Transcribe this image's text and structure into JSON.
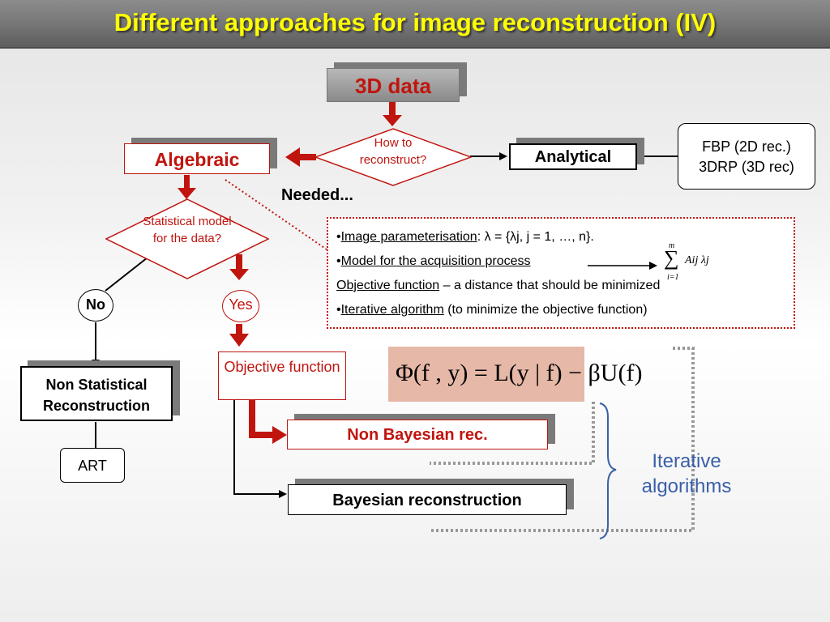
{
  "slide": {
    "title": "Different approaches for image reconstruction (IV)"
  },
  "nodes": {
    "data3d": "3D data",
    "how_to": "How to reconstruct?",
    "algebraic": "Algebraic",
    "analytical": "Analytical",
    "fbp_2d": "FBP (2D rec.)",
    "drp_3d": "3DRP (3D rec)",
    "needed": "Needed...",
    "statistical_model": "Statistical model for the data?",
    "no": "No",
    "yes": "Yes",
    "non_statistical": "Non Statistical Reconstruction",
    "art": "ART",
    "objective_function": "Objective function",
    "non_bayesian": "Non Bayesian rec.",
    "bayesian": "Bayesian reconstruction",
    "iterative_algorithms": "Iterative algorithms"
  },
  "needed_box": {
    "line1_term": "Image parameterisation",
    "line1_rest": ": λ = {λj, j = 1, …, n}.",
    "line2_term": "Model for the acquisition process",
    "line3_term": "Objective function",
    "line3_rest": " – a distance that should be minimized",
    "line4_term": "Iterative algorithm",
    "line4_rest": " (to minimize the objective function)",
    "bullet": "•"
  },
  "formulas": {
    "sum_top": "m",
    "sum_bottom": "i=1",
    "sum_symbol": "∑",
    "sum_body": "Aij λj",
    "objective": "Φ(f , y) = L(y | f) − βU(f)"
  },
  "colors": {
    "accent_red": "#c0150f",
    "title_yellow": "#ffff00",
    "iterative_blue": "#3a5fa8",
    "formula_bg": "#e6b8a8"
  }
}
